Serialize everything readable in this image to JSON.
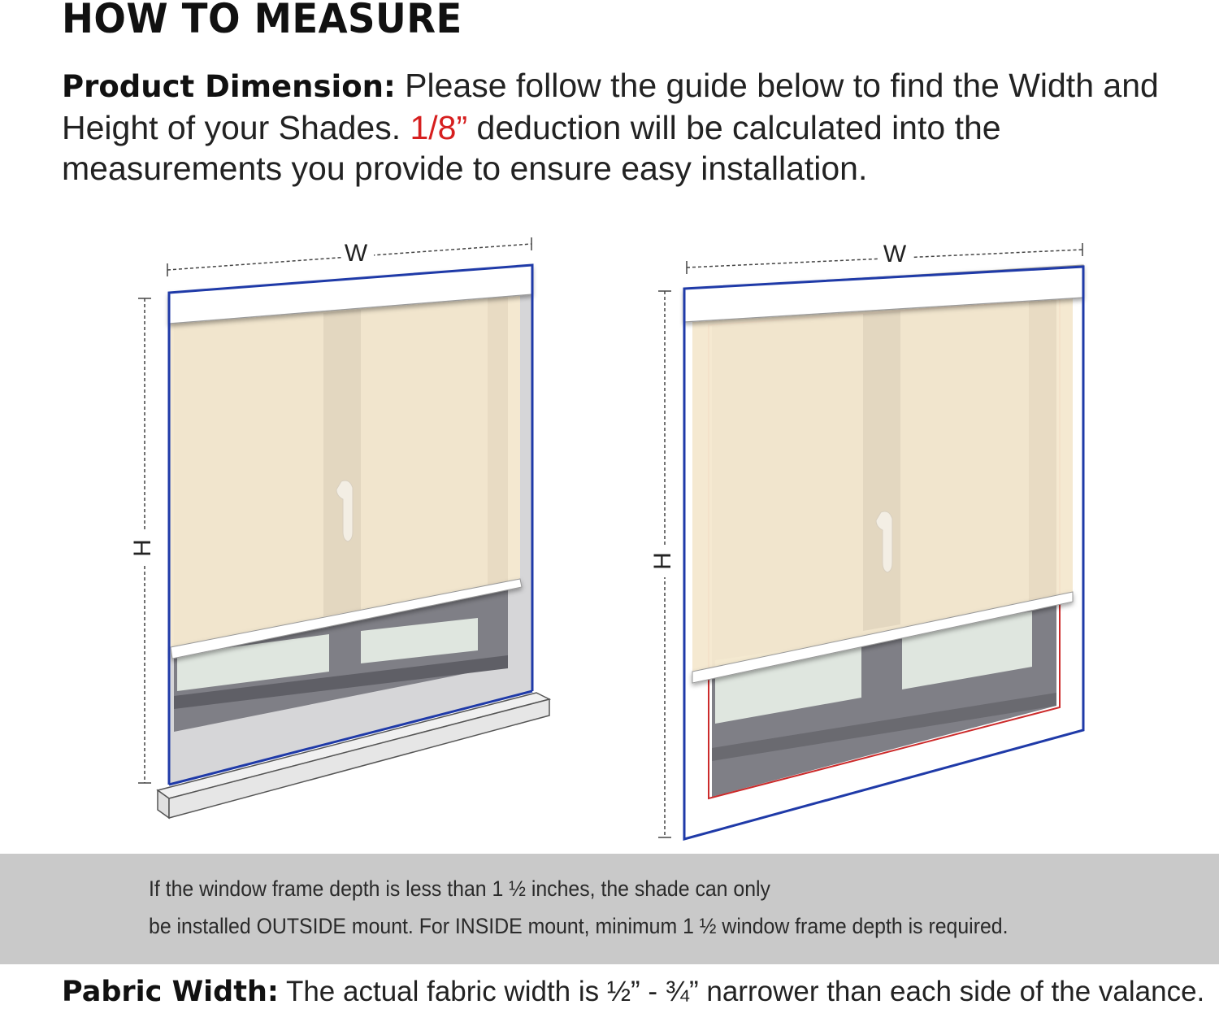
{
  "heading": "HOW TO MEASURE",
  "intro": {
    "lead": "Product Dimension:",
    "text_before": " Please follow the guide below to find the Width and Height of your Shades. ",
    "highlight": "1/8”",
    "text_after": " deduction will be calculated into the measurements you provide to ensure easy installation."
  },
  "diagrams": [
    {
      "width_label": "W",
      "height_label": "H",
      "mount": "inside"
    },
    {
      "width_label": "W",
      "height_label": "H",
      "mount": "outside"
    }
  ],
  "note": {
    "line1": "If the window frame depth is less than 1 ½ inches, the shade can only",
    "line2": "be installed OUTSIDE mount. For INSIDE mount, minimum 1 ½ window frame depth is required."
  },
  "footer": {
    "lead": "Pabric Width:",
    "text": " The actual fabric width is ½” - ¾” narrower than each side of the valance."
  },
  "colors": {
    "fabric": "#f5e8cf",
    "glass": "#dfe6df",
    "frame": "#7f7f86",
    "outline_blue": "#1f3aa8",
    "outline_red": "#cc2b2b",
    "highlight_red": "#d61f1f",
    "band_gray": "#c9c9c9"
  }
}
